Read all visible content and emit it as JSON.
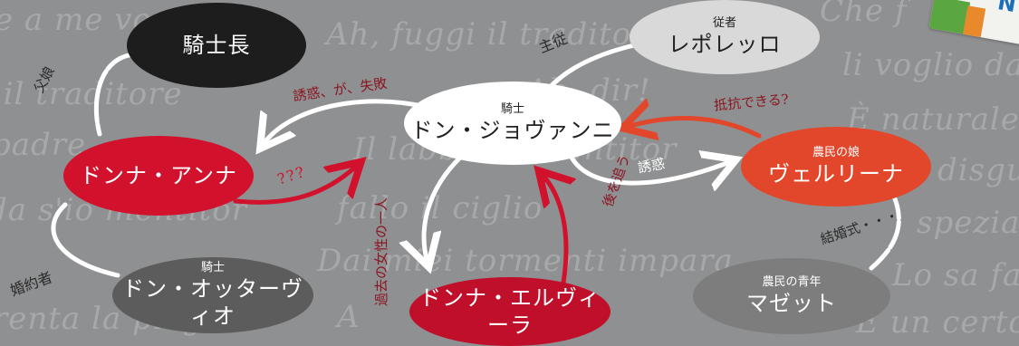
{
  "background_text": [
    "e a me vo",
    "Ah, fuggi il traditor",
    "Che f",
    "i il traditore",
    "Ah, dir!",
    "li voglio dar",
    "padre",
    "Il labbro è mentitor",
    "È naturale,",
    "disgus",
    "da s'io mentitor",
    "fallo il ciglio",
    "speziale",
    "Dai miei tormenti impara",
    "Lo sa far",
    "A",
    "renta la piaga",
    "E un certo b"
  ],
  "nodes": {
    "kishicho": {
      "main": "騎士長"
    },
    "leporello": {
      "sub": "従者",
      "main": "レポレッロ"
    },
    "giovanni": {
      "sub": "騎士",
      "main": "ドン・ジョヴァンニ"
    },
    "anna": {
      "main": "ドンナ・アンナ"
    },
    "zerlina": {
      "sub": "農民の娘",
      "main": "ヴェルリーナ"
    },
    "ottavio": {
      "sub": "騎士",
      "main": "ドン・オッターヴィオ"
    },
    "elvira": {
      "main": "ドンナ・エルヴィーラ"
    },
    "masetto": {
      "sub": "農民の青年",
      "main": "マゼット"
    }
  },
  "edge_labels": {
    "father_daughter": "父娘",
    "master_servant": "主従",
    "seduction_failed": "誘惑、が、失敗",
    "resist": "抵抗できる?",
    "question": "???",
    "seduction": "誘惑",
    "past_woman": "過去の女性の一人",
    "pursue": "後を追う",
    "marriage": "結婚式・・・",
    "fiance": "婚約者"
  },
  "colors": {
    "background": "#8f9091",
    "white_chalk": "#ffffff",
    "black_node": "#1d1d1d",
    "leporello_node": "#d9d9d9",
    "red_node": "#d2112d",
    "orange_node": "#e2472b",
    "gray_node": "#5c5c5c",
    "masetto_node": "#7d7d7d",
    "red_text": "#8a1622",
    "dark_text": "#2a2a2a"
  },
  "stamp": {
    "letter": "N"
  }
}
